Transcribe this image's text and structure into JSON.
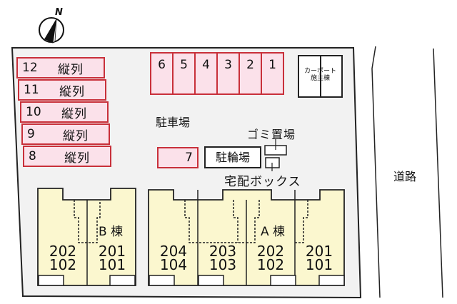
{
  "compass": {
    "label": "N",
    "icon": "north-arrow-icon"
  },
  "parking_label": "駐車場",
  "parking_vertical": [
    {
      "num": "12",
      "label": "縦列"
    },
    {
      "num": "11",
      "label": "縦列"
    },
    {
      "num": "10",
      "label": "縦列"
    },
    {
      "num": "9",
      "label": "縦列"
    },
    {
      "num": "8",
      "label": "縦列"
    }
  ],
  "parking_top": [
    "6",
    "5",
    "4",
    "3",
    "2",
    "1"
  ],
  "parking_7": "7",
  "carport": {
    "line1": "カーポート",
    "line2": "施主棟"
  },
  "bicycle_parking": "駐輪場",
  "garbage_area": "ゴミ置場",
  "delivery_box": "宅配ボックス",
  "road": "道路",
  "building_b": {
    "label": "B 棟",
    "units": [
      {
        "upper": "202",
        "lower": "102"
      },
      {
        "upper": "201",
        "lower": "101"
      }
    ]
  },
  "building_a": {
    "label": "A 棟",
    "units": [
      {
        "upper": "204",
        "lower": "104"
      },
      {
        "upper": "203",
        "lower": "103"
      },
      {
        "upper": "202",
        "lower": "102"
      },
      {
        "upper": "201",
        "lower": "101"
      }
    ]
  },
  "colors": {
    "lot_fill": "#f2f2f2",
    "parking_fill": "#fbe1ea",
    "parking_border": "#c8303a",
    "building_fill": "#fbf7cf",
    "outline": "#222222"
  }
}
